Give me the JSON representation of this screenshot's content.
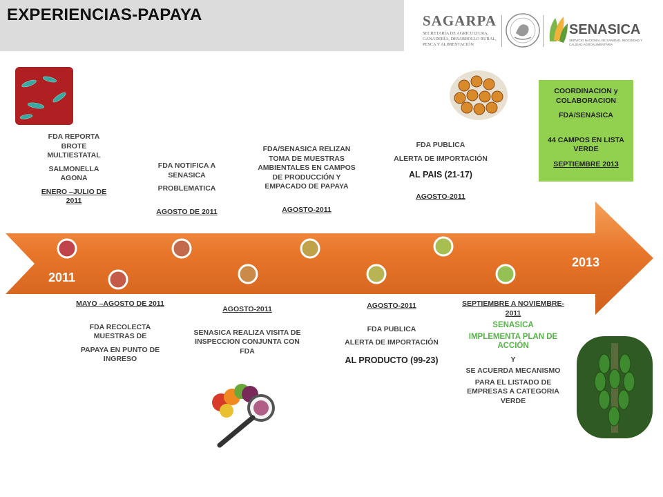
{
  "header": {
    "title": "EXPERIENCIAS-PAPAYA",
    "sagarpa_name": "SAGARPA",
    "sagarpa_sub": [
      "SECRETARÍA DE AGRICULTURA,",
      "GANADERÍA, DESARROLLO RURAL,",
      "PESCA Y ALIMENTACIÓN"
    ],
    "senasica_name": "SENASICA",
    "senasica_sub": "SERVICIO NACIONAL DE SANIDAD, INOCUIDAD Y CALIDAD AGROALIMENTARIA"
  },
  "timeline": {
    "start_year": "2011",
    "end_year": "2013",
    "arrow_color": "#e8762a",
    "marker_colors": [
      "#c0444a",
      "#c45a48",
      "#c46a4c",
      "#c98a4a",
      "#c0a24a",
      "#b8b454",
      "#a6bf50",
      "#94c054"
    ]
  },
  "events_top": [
    {
      "lines": [
        "FDA REPORTA BROTE MULTIESTATAL",
        "SALMONELLA AGONA"
      ],
      "date": "ENERO –JULIO DE 2011"
    },
    {
      "lines": [
        "FDA NOTIFICA A SENASICA",
        "PROBLEMATICA"
      ],
      "date": "AGOSTO DE 2011"
    },
    {
      "lines": [
        "FDA/SENASICA RELIZAN TOMA DE MUESTRAS AMBIENTALES EN CAMPOS DE PRODUCCIÓN Y EMPACADO DE PAPAYA"
      ],
      "date": "AGOSTO-2011"
    },
    {
      "lines": [
        "FDA PUBLICA",
        "ALERTA DE IMPORTACIÓN"
      ],
      "highlight": "AL PAIS (21-17)",
      "date": "AGOSTO-2011"
    }
  ],
  "events_bottom": [
    {
      "date": "MAYO –AGOSTO DE 2011",
      "lines": [
        "FDA RECOLECTA MUESTRAS DE",
        "PAPAYA EN PUNTO DE INGRESO"
      ]
    },
    {
      "date": "AGOSTO-2011",
      "lines": [
        "SENASICA REALIZA VISITA DE INSPECCION CONJUNTA CON FDA"
      ]
    },
    {
      "date": "AGOSTO-2011",
      "lines": [
        "FDA PUBLICA",
        "ALERTA DE IMPORTACIÓN"
      ],
      "highlight": "AL PRODUCTO (99-23)"
    },
    {
      "date": "SEPTIEMBRE A NOVIEMBRE-2011",
      "green_lines": [
        "SENASICA",
        "IMPLEMENTA PLAN DE ACCIÓN"
      ],
      "lines": [
        "Y",
        "SE ACUERDA MECANISMO",
        "PARA EL LISTADO DE EMPRESAS A CATEGORIA VERDE"
      ]
    }
  ],
  "green_box": {
    "lines": [
      "COORDINACION y COLABORACION",
      "FDA/SENASICA",
      "44 CAMPOS EN LISTA VERDE"
    ],
    "date": "SEPTIEMBRE 2013",
    "color": "#92d050"
  }
}
